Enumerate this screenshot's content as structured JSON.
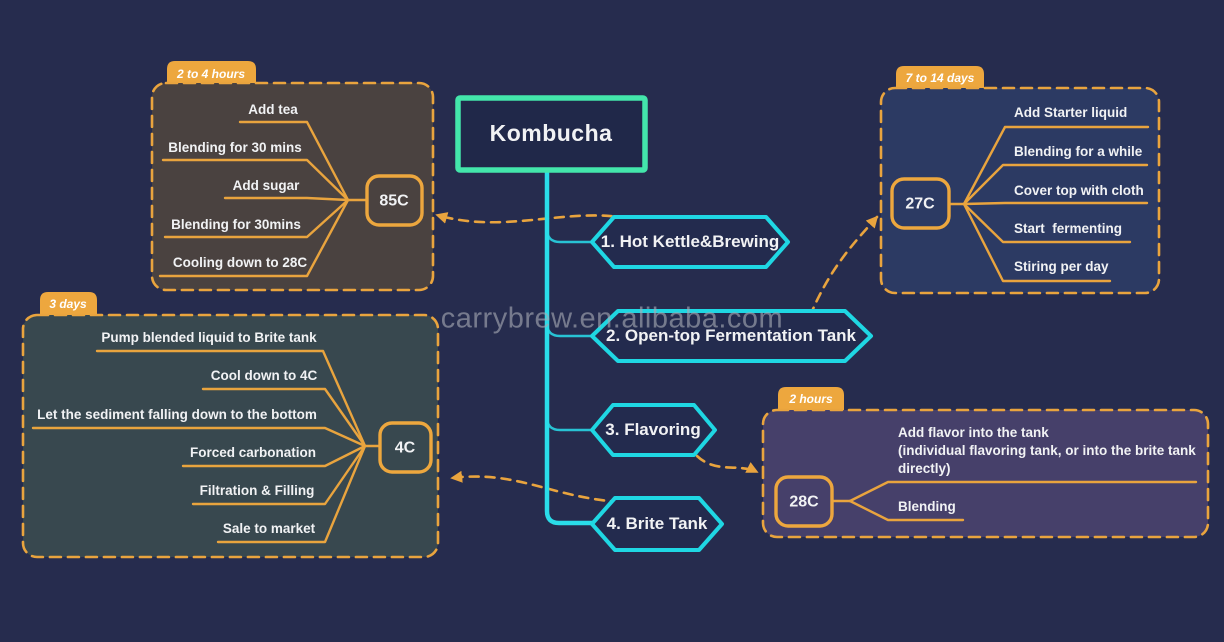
{
  "watermark": {
    "text": "carrybrew.en.alibaba.com"
  },
  "root": {
    "title": "Kombucha"
  },
  "steps": [
    {
      "label": "1. Hot Kettle&Brewing"
    },
    {
      "label": "2. Open-top Fermentation Tank"
    },
    {
      "label": "3. Flavoring"
    },
    {
      "label": "4. Brite Tank"
    }
  ],
  "groups": {
    "brewing": {
      "duration_tag": "2 to 4 hours",
      "temperature": "85C",
      "items": [
        "Add tea",
        "Blending for 30 mins",
        "Add sugar",
        "Blending for 30mins",
        "Cooling down to 28C"
      ]
    },
    "fermentation": {
      "duration_tag": "7 to 14 days",
      "temperature": "27C",
      "items": [
        "Add Starter liquid",
        "Blending for a while",
        "Cover top with cloth",
        "Start  fermenting",
        "Stiring per day"
      ]
    },
    "brite": {
      "duration_tag": "3 days",
      "temperature": "4C",
      "items": [
        "Pump blended liquid to Brite tank",
        "Cool down to 4C",
        "Let the sediment falling down to the bottom",
        "Forced carbonation",
        "Filtration & Filling",
        "Sale to market"
      ]
    },
    "flavoring": {
      "duration_tag": "2 hours",
      "temperature": "28C",
      "items": [
        "Add flavor into the tank\n(individual flavoring tank, or into the brite tank\ndirectly)",
        "Blending"
      ]
    }
  },
  "palette": {
    "background": "#262c4e",
    "accent_orange": "#e9a43e",
    "accent_cyan": "#1fd7e3",
    "accent_mint": "#43e6ab",
    "text": "#f1f2f4",
    "brewing_fill": "#4a4240",
    "fermentation_fill": "#2c3a63",
    "brite_fill": "#38484f",
    "flavoring_fill": "#46406a",
    "watermark_gray": "#a7abb5"
  }
}
